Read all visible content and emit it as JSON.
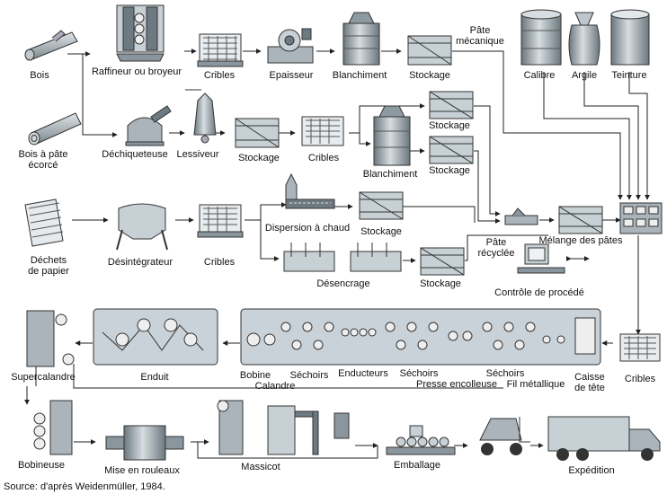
{
  "labels": {
    "bois": "Bois",
    "raffineur": "Raffineur ou broyeur",
    "cribles1": "Cribles",
    "epaisseur": "Epaisseur",
    "blanchiment1": "Blanchiment",
    "stockage1": "Stockage",
    "pate_mecanique": "Pâte\nmécanique",
    "calibre": "Calibre",
    "argile": "Argile",
    "teinture": "Teinture",
    "bois_ecorce": "Bois à pâte\nécorcé",
    "dechiqueteuse": "Déchiqueteuse",
    "lessiveur": "Lessiveur",
    "stockage2": "Stockage",
    "cribles2": "Cribles",
    "blanchiment2": "Blanchiment",
    "stockage3": "Stockage",
    "stockage4": "Stockage",
    "dechets": "Déchets\nde papier",
    "desintegrateur": "Désintégrateur",
    "cribles3": "Cribles",
    "dispersion": "Dispersion à chaud",
    "stockage5": "Stockage",
    "pate_recyclee": "Pâte\nrécyclée",
    "melange": "Mélange des pâtes",
    "desencrage": "Désencrage",
    "stockage6": "Stockage",
    "controle": "Contrôle de procédé",
    "supercalandre": "Supercalandre",
    "enduit": "Enduit",
    "bobine": "Bobine",
    "calandre": "Calandre",
    "sechoirs1": "Séchoirs",
    "enducteurs": "Enducteurs",
    "sechoirs2": "Séchoirs",
    "presse": "Presse encolleuse",
    "sechoirs3": "Séchoirs",
    "fil": "Fil métallique",
    "caisse": "Caisse\nde tête",
    "cribles4": "Cribles",
    "bobineuse": "Bobineuse",
    "rouleaux": "Mise en rouleaux",
    "massicot": "Massicot",
    "emballage": "Emballage",
    "expedition": "Expédition"
  },
  "source": "Source: d'après Weidenmüller, 1984.",
  "colors": {
    "machine": "#9aa6ad",
    "machine_dark": "#5d6a72",
    "panel": "#c9d2d8",
    "line": "#2a2f33"
  }
}
